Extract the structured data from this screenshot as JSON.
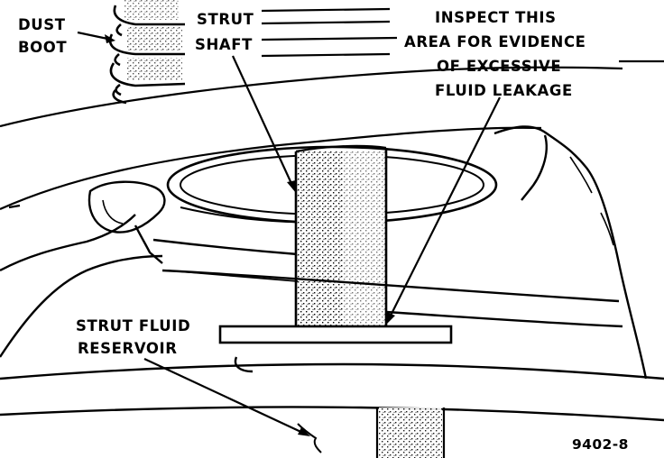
{
  "labels": {
    "dust_boot_line1": "DUST",
    "dust_boot_line2": "BOOT",
    "strut_shaft_line1": "STRUT",
    "strut_shaft_line2": "SHAFT",
    "inspect_line1": "INSPECT THIS",
    "inspect_line2": "AREA FOR EVIDENCE",
    "inspect_line3": "OF EXCESSIVE",
    "inspect_line4": "FLUID LEAKAGE",
    "reservoir_line1": "STRUT FLUID",
    "reservoir_line2": "RESERVOIR"
  },
  "figure_number": "9402-8",
  "colors": {
    "ink": "#000000",
    "paper": "#ffffff"
  }
}
